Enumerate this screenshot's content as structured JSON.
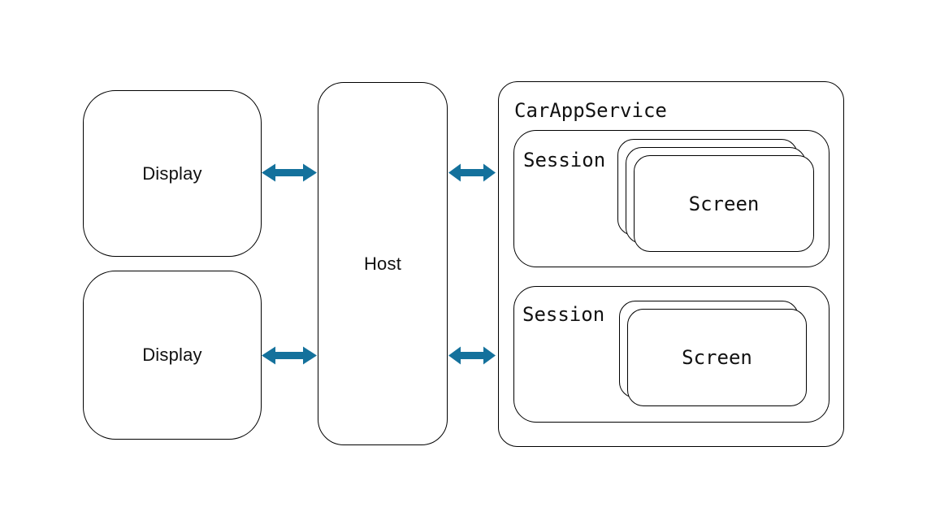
{
  "colors": {
    "arrow": "#14719C",
    "border": "#000000",
    "background": "#FFFFFF"
  },
  "displays": [
    {
      "label": "Display"
    },
    {
      "label": "Display"
    }
  ],
  "host": {
    "label": "Host"
  },
  "car_app_service": {
    "title": "CarAppService",
    "sessions": [
      {
        "label": "Session",
        "screens": {
          "label": "Screen",
          "stack_count": 3
        }
      },
      {
        "label": "Session",
        "screens": {
          "label": "Screen",
          "stack_count": 2
        }
      }
    ]
  }
}
